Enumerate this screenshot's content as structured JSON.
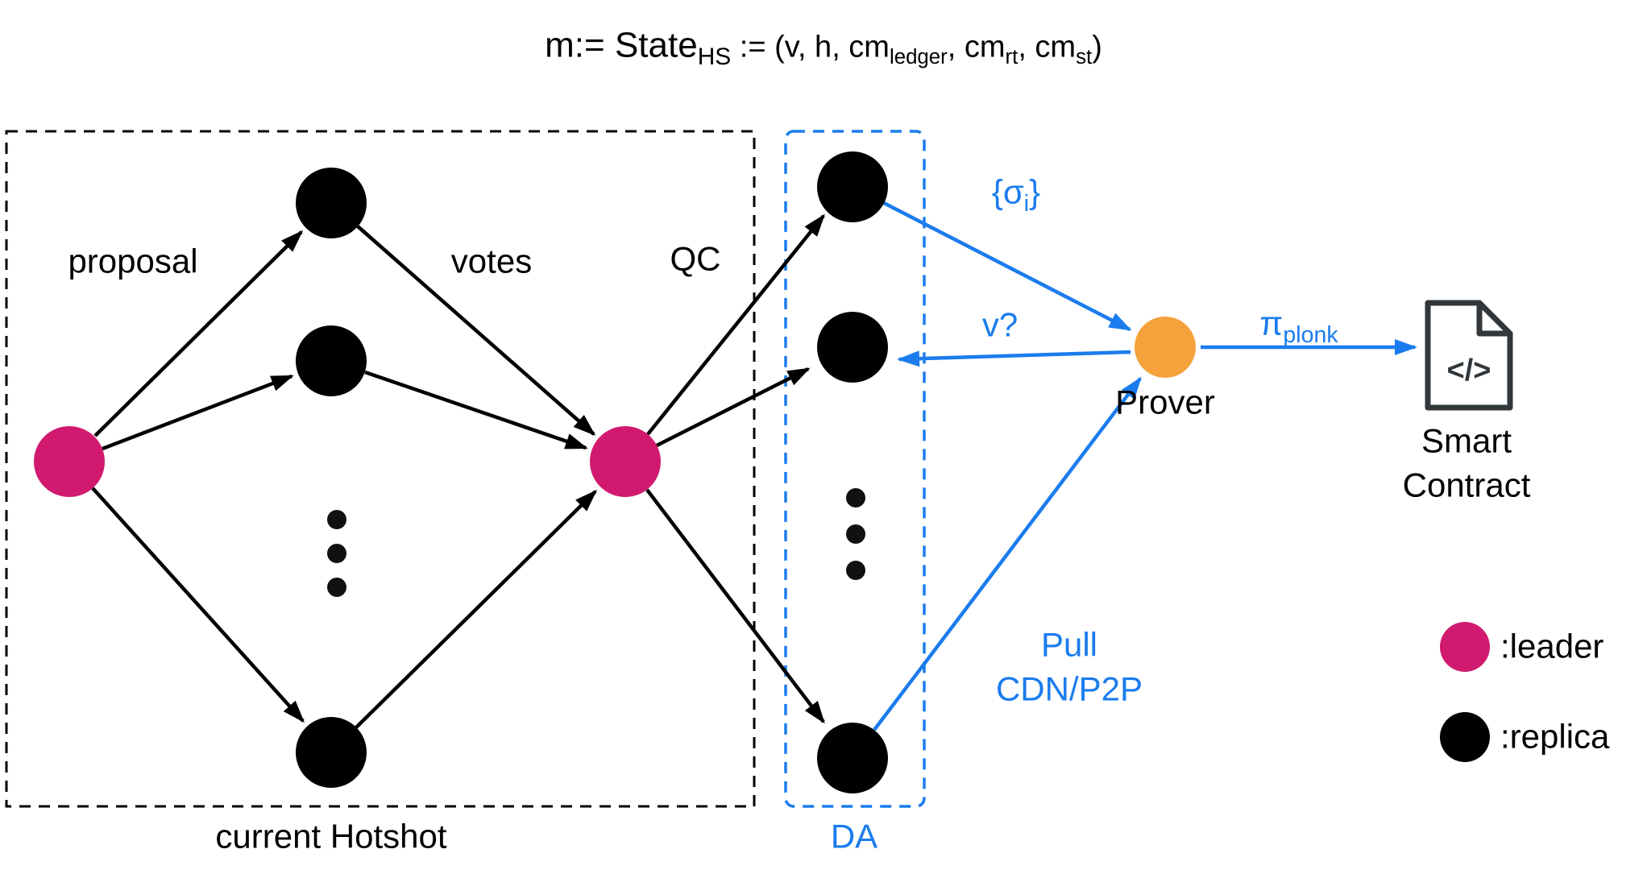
{
  "title": {
    "part1": "m:= State",
    "sub1": "HS",
    "part2": " := (v, h, cm",
    "sub2": "ledger",
    "part3": ", cm",
    "sub3": "rt",
    "part4": ", cm",
    "sub4": "st",
    "part5": ")"
  },
  "hotshot": {
    "proposal_label": "proposal",
    "votes_label": "votes",
    "qc_label": "QC",
    "box_label": "current Hotshot"
  },
  "da": {
    "label": "DA"
  },
  "prover": {
    "label": "Prover"
  },
  "labels": {
    "sigma_open": "{σ",
    "sigma_sub": "i",
    "sigma_close": "}",
    "v_query": "v?",
    "pi": "π",
    "pi_sub": "plonk",
    "pull": "Pull\nCDN/P2P"
  },
  "smart_contract": {
    "label": "Smart\nContract",
    "glyph": "</>"
  },
  "legend": [
    {
      "label": ":leader",
      "color": "#D11A6F"
    },
    {
      "label": ":replica",
      "color": "#000000"
    }
  ],
  "colors": {
    "leader": "#D11A6F",
    "replica": "#000000",
    "prover": "#F5A23C",
    "blue": "#1B7CED"
  }
}
